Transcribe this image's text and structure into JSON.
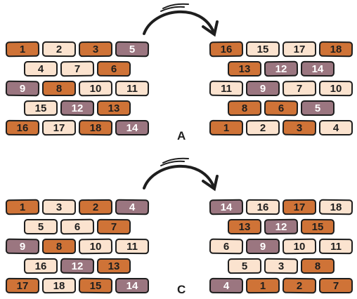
{
  "colors": {
    "orange": "#cf7337",
    "cream": "#fbe3cf",
    "mauve": "#9b7680",
    "outline": "#1e1e1e",
    "background": "#ffffff"
  },
  "puzzle_a": {
    "label": "A",
    "before": [
      [
        {
          "n": "1",
          "c": "orange"
        },
        {
          "n": "2",
          "c": "cream"
        },
        {
          "n": "3",
          "c": "orange"
        },
        {
          "n": "5",
          "c": "mauve"
        }
      ],
      [
        {
          "n": "4",
          "c": "cream"
        },
        {
          "n": "7",
          "c": "cream"
        },
        {
          "n": "6",
          "c": "orange"
        }
      ],
      [
        {
          "n": "9",
          "c": "mauve"
        },
        {
          "n": "8",
          "c": "orange"
        },
        {
          "n": "10",
          "c": "cream"
        },
        {
          "n": "11",
          "c": "cream"
        }
      ],
      [
        {
          "n": "15",
          "c": "cream"
        },
        {
          "n": "12",
          "c": "mauve"
        },
        {
          "n": "13",
          "c": "orange"
        }
      ],
      [
        {
          "n": "16",
          "c": "orange"
        },
        {
          "n": "17",
          "c": "cream"
        },
        {
          "n": "18",
          "c": "orange"
        },
        {
          "n": "14",
          "c": "mauve"
        }
      ]
    ],
    "after": [
      [
        {
          "n": "16",
          "c": "orange"
        },
        {
          "n": "15",
          "c": "cream"
        },
        {
          "n": "17",
          "c": "cream"
        },
        {
          "n": "18",
          "c": "orange"
        }
      ],
      [
        {
          "n": "13",
          "c": "orange"
        },
        {
          "n": "12",
          "c": "mauve"
        },
        {
          "n": "14",
          "c": "mauve"
        }
      ],
      [
        {
          "n": "11",
          "c": "cream"
        },
        {
          "n": "9",
          "c": "mauve"
        },
        {
          "n": "7",
          "c": "cream"
        },
        {
          "n": "10",
          "c": "cream"
        }
      ],
      [
        {
          "n": "8",
          "c": "orange"
        },
        {
          "n": "6",
          "c": "orange"
        },
        {
          "n": "5",
          "c": "mauve"
        }
      ],
      [
        {
          "n": "1",
          "c": "orange"
        },
        {
          "n": "2",
          "c": "cream"
        },
        {
          "n": "3",
          "c": "orange"
        },
        {
          "n": "4",
          "c": "cream"
        }
      ]
    ]
  },
  "puzzle_c": {
    "label": "C",
    "before": [
      [
        {
          "n": "1",
          "c": "orange"
        },
        {
          "n": "3",
          "c": "cream"
        },
        {
          "n": "2",
          "c": "orange"
        },
        {
          "n": "4",
          "c": "mauve"
        }
      ],
      [
        {
          "n": "5",
          "c": "cream"
        },
        {
          "n": "6",
          "c": "cream"
        },
        {
          "n": "7",
          "c": "orange"
        }
      ],
      [
        {
          "n": "9",
          "c": "mauve"
        },
        {
          "n": "8",
          "c": "orange"
        },
        {
          "n": "10",
          "c": "cream"
        },
        {
          "n": "11",
          "c": "cream"
        }
      ],
      [
        {
          "n": "16",
          "c": "cream"
        },
        {
          "n": "12",
          "c": "mauve"
        },
        {
          "n": "13",
          "c": "orange"
        }
      ],
      [
        {
          "n": "17",
          "c": "orange"
        },
        {
          "n": "18",
          "c": "cream"
        },
        {
          "n": "15",
          "c": "orange"
        },
        {
          "n": "14",
          "c": "mauve"
        }
      ]
    ],
    "after": [
      [
        {
          "n": "14",
          "c": "mauve"
        },
        {
          "n": "16",
          "c": "cream"
        },
        {
          "n": "17",
          "c": "orange"
        },
        {
          "n": "18",
          "c": "cream"
        }
      ],
      [
        {
          "n": "13",
          "c": "orange"
        },
        {
          "n": "12",
          "c": "mauve"
        },
        {
          "n": "15",
          "c": "orange"
        }
      ],
      [
        {
          "n": "6",
          "c": "cream"
        },
        {
          "n": "9",
          "c": "mauve"
        },
        {
          "n": "10",
          "c": "cream"
        },
        {
          "n": "11",
          "c": "cream"
        }
      ],
      [
        {
          "n": "5",
          "c": "cream"
        },
        {
          "n": "3",
          "c": "cream"
        },
        {
          "n": "8",
          "c": "orange"
        }
      ],
      [
        {
          "n": "4",
          "c": "mauve"
        },
        {
          "n": "1",
          "c": "orange"
        },
        {
          "n": "2",
          "c": "orange"
        },
        {
          "n": "7",
          "c": "orange"
        }
      ]
    ]
  }
}
